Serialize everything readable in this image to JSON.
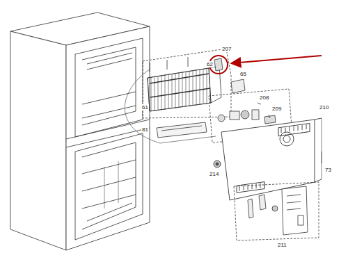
{
  "diagram": {
    "labels": [
      "207",
      "62",
      "65",
      "61",
      "208",
      "209",
      "210",
      "81",
      "73",
      "214",
      "211"
    ]
  }
}
